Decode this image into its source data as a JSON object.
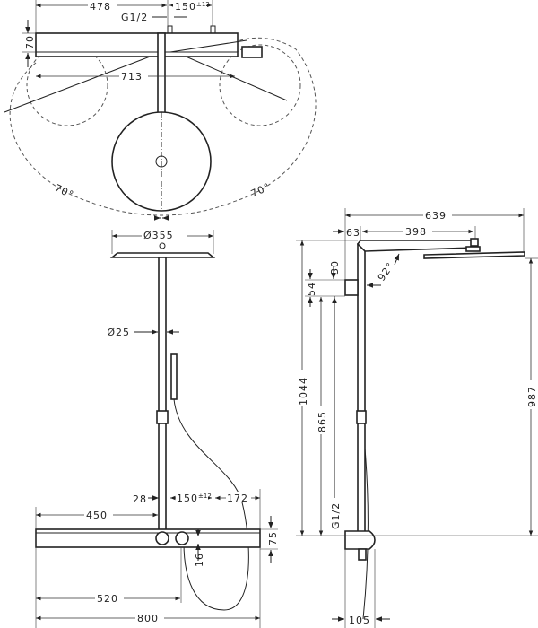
{
  "top_view": {
    "width_left": "478",
    "connection": "G1/2",
    "spacing": "150",
    "spacing_tol": "±12",
    "depth": "70",
    "width_total": "713",
    "angle_left": "70°",
    "angle_right": "70°"
  },
  "front_view": {
    "head_diameter": "Ø355",
    "pipe_diameter": "Ø25",
    "offset": "28",
    "spacing": "150",
    "spacing_tol": "±12",
    "right_width": "172",
    "left_width": "450",
    "height": "75",
    "outlet_offset": "16",
    "outlet_width": "520",
    "total_width": "800"
  },
  "side_view": {
    "projection": "639",
    "wall_offset": "63",
    "arm_length": "398",
    "bracket_a": "30",
    "bracket_b": "54",
    "total_height": "1044",
    "bracket_height": "865",
    "head_height": "987",
    "connection": "G1/2",
    "angle": "92°",
    "base_depth": "105"
  }
}
